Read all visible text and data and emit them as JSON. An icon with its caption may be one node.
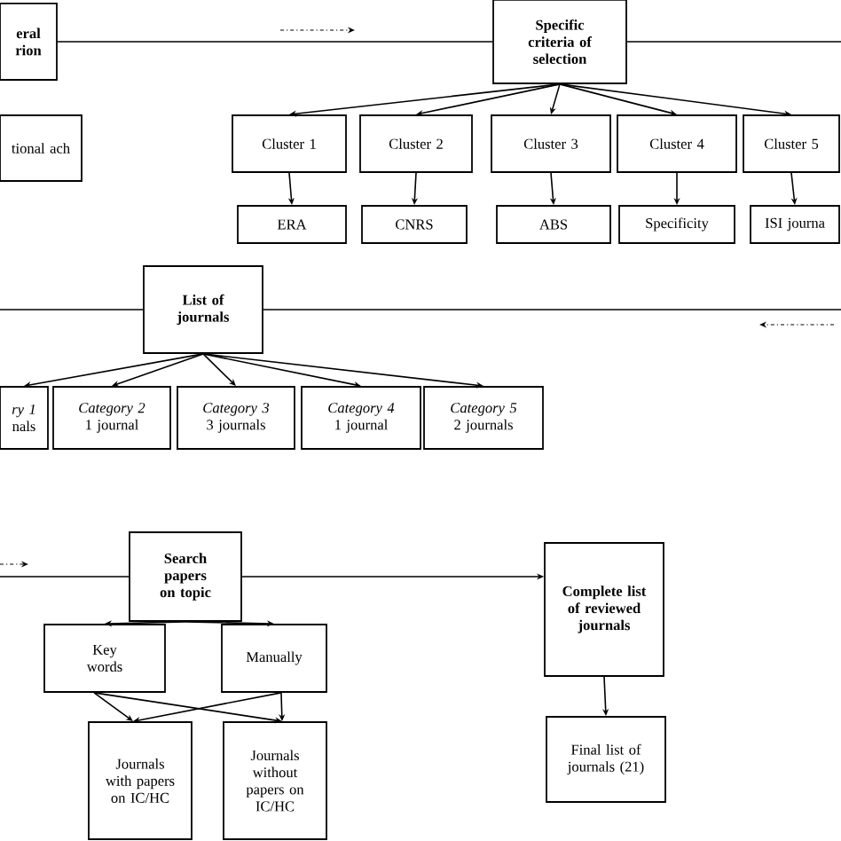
{
  "diagram": {
    "nodes": [
      {
        "text": [
          "eral rion"
        ]
      },
      {
        "text": [
          "Specific criteria of selection"
        ]
      },
      {
        "text": [
          "tional ach"
        ]
      },
      {
        "text": [
          "Cluster 1"
        ]
      },
      {
        "text": [
          "Cluster 2"
        ]
      },
      {
        "text": [
          "Cluster 3"
        ]
      },
      {
        "text": [
          "Cluster 4"
        ]
      },
      {
        "text": [
          "Cluster 5"
        ]
      },
      {
        "text": [
          "ERA"
        ]
      },
      {
        "text": [
          "CNRS"
        ]
      },
      {
        "text": [
          "ABS"
        ]
      },
      {
        "text": [
          "Specificity"
        ]
      },
      {
        "text": [
          "ISI journa"
        ]
      },
      {
        "text": [
          "List of journals"
        ]
      },
      {
        "text": [
          "ry 1",
          "nals"
        ]
      },
      {
        "text": [
          "Category 2",
          "1 journal"
        ]
      },
      {
        "text": [
          "Category 3",
          "3 journals"
        ]
      },
      {
        "text": [
          "Category 4",
          "1 journal"
        ]
      },
      {
        "text": [
          "Category 5",
          "2 journals"
        ]
      },
      {
        "text": [
          "Search papers on topic"
        ]
      },
      {
        "text": [
          "Key words"
        ]
      },
      {
        "text": [
          "Manually"
        ]
      },
      {
        "text": [
          "Journals with papers on IC/HC"
        ]
      },
      {
        "text": [
          "Journals without papers on IC/HC"
        ]
      },
      {
        "text": [
          "Complete list of reviewed journals"
        ]
      },
      {
        "text": [
          "Final list of journals (21)"
        ]
      }
    ],
    "edges": [
      {
        "from": 0,
        "to": 1,
        "arrow": "none"
      },
      {
        "from": 1,
        "to": null,
        "arrow": "none"
      },
      {
        "from": 1,
        "to": 3,
        "arrow": "to"
      },
      {
        "from": 1,
        "to": 4,
        "arrow": "to"
      },
      {
        "from": 1,
        "to": 5,
        "arrow": "to"
      },
      {
        "from": 1,
        "to": 6,
        "arrow": "to"
      },
      {
        "from": 1,
        "to": 7,
        "arrow": "to"
      },
      {
        "from": 3,
        "to": 8,
        "arrow": "to"
      },
      {
        "from": 4,
        "to": 9,
        "arrow": "to"
      },
      {
        "from": 5,
        "to": 10,
        "arrow": "to"
      },
      {
        "from": 6,
        "to": 11,
        "arrow": "to"
      },
      {
        "from": 7,
        "to": 12,
        "arrow": "to"
      },
      {
        "from": null,
        "to": 13,
        "arrow": "none"
      },
      {
        "from": 13,
        "to": null,
        "arrow": "none"
      },
      {
        "from": 13,
        "to": 14,
        "arrow": "to"
      },
      {
        "from": 13,
        "to": 15,
        "arrow": "to"
      },
      {
        "from": 13,
        "to": 16,
        "arrow": "to"
      },
      {
        "from": 13,
        "to": 17,
        "arrow": "to"
      },
      {
        "from": 13,
        "to": 18,
        "arrow": "to"
      },
      {
        "from": null,
        "to": 19,
        "arrow": "none"
      },
      {
        "from": 19,
        "to": 24,
        "arrow": "to"
      },
      {
        "from": 19,
        "to": 20,
        "arrow": "to"
      },
      {
        "from": 19,
        "to": 21,
        "arrow": "to"
      },
      {
        "from": 20,
        "to": 22,
        "arrow": "to"
      },
      {
        "from": 20,
        "to": 23,
        "arrow": "to"
      },
      {
        "from": 21,
        "to": 22,
        "arrow": "to"
      },
      {
        "from": 21,
        "to": 23,
        "arrow": "to"
      },
      {
        "from": 24,
        "to": 25,
        "arrow": "to"
      }
    ]
  }
}
